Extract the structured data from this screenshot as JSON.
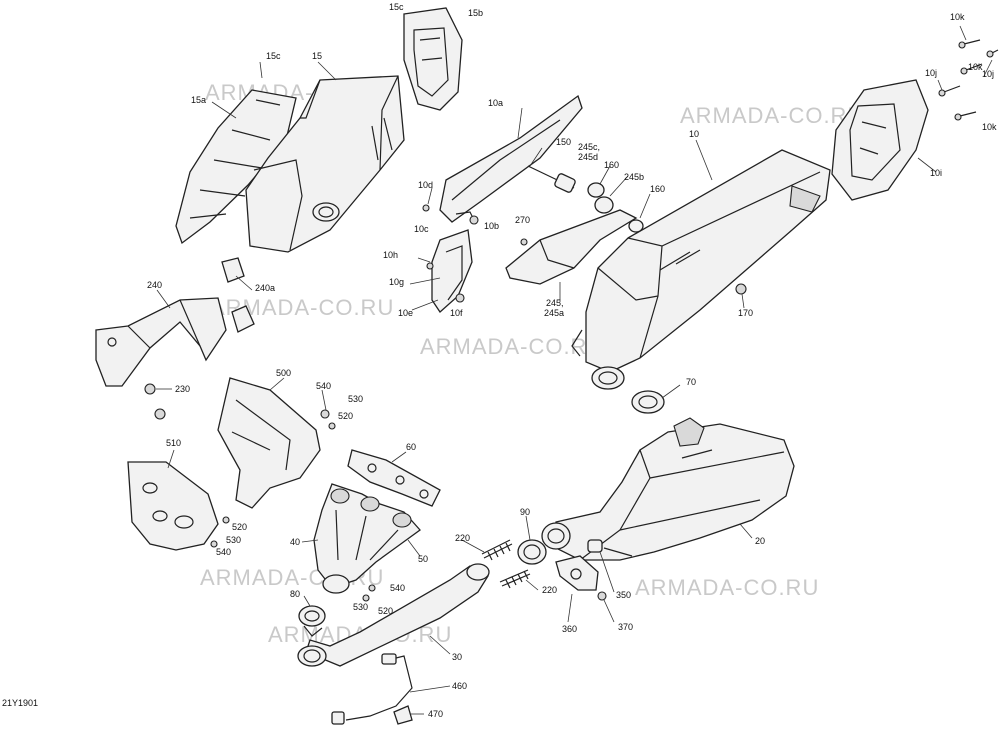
{
  "diagram_id": "21Y1901",
  "watermarks": [
    "ARMADA-CO.RU",
    "ARMADA-CO.RU",
    "ARMADA-CO.RU",
    "ARMADA-CO.RU",
    "ARMADA-CO.RU",
    "ARMADA-CO.RU",
    "ARMADA-CO.RU"
  ],
  "labels": {
    "l15c_top": "15c",
    "l15b": "15b",
    "l15c": "15c",
    "l15": "15",
    "l15a": "15a",
    "l10k_a": "10k",
    "l10k_b": "10k",
    "l10k_c": "10k",
    "l10j_a": "10j",
    "l10j_b": "10j",
    "l10i": "10i",
    "l10a": "10a",
    "l150": "150",
    "l245c": "245c,",
    "l245d": "245d",
    "l160a": "160",
    "l245b": "245b",
    "l160b": "160",
    "l10": "10",
    "l10d": "10d",
    "l10c": "10c",
    "l10b": "10b",
    "l270": "270",
    "l10h": "10h",
    "l10g": "10g",
    "l10e": "10e",
    "l10f": "10f",
    "l245": "245,",
    "l245a": "245a",
    "l170": "170",
    "l240": "240",
    "l240a": "240a",
    "l230": "230",
    "l500": "500",
    "l540a": "540",
    "l530a": "530",
    "l520a": "520",
    "l70": "70",
    "l510": "510",
    "l60": "60",
    "l520b": "520",
    "l530b": "530",
    "l540b": "540",
    "l40": "40",
    "l50": "50",
    "l90": "90",
    "l220a": "220",
    "l220b": "220",
    "l20": "20",
    "l540c": "540",
    "l530c": "530",
    "l520c": "520",
    "l80": "80",
    "l350": "350",
    "l360": "360",
    "l370": "370",
    "l30": "30",
    "l460": "460",
    "l470": "470"
  }
}
